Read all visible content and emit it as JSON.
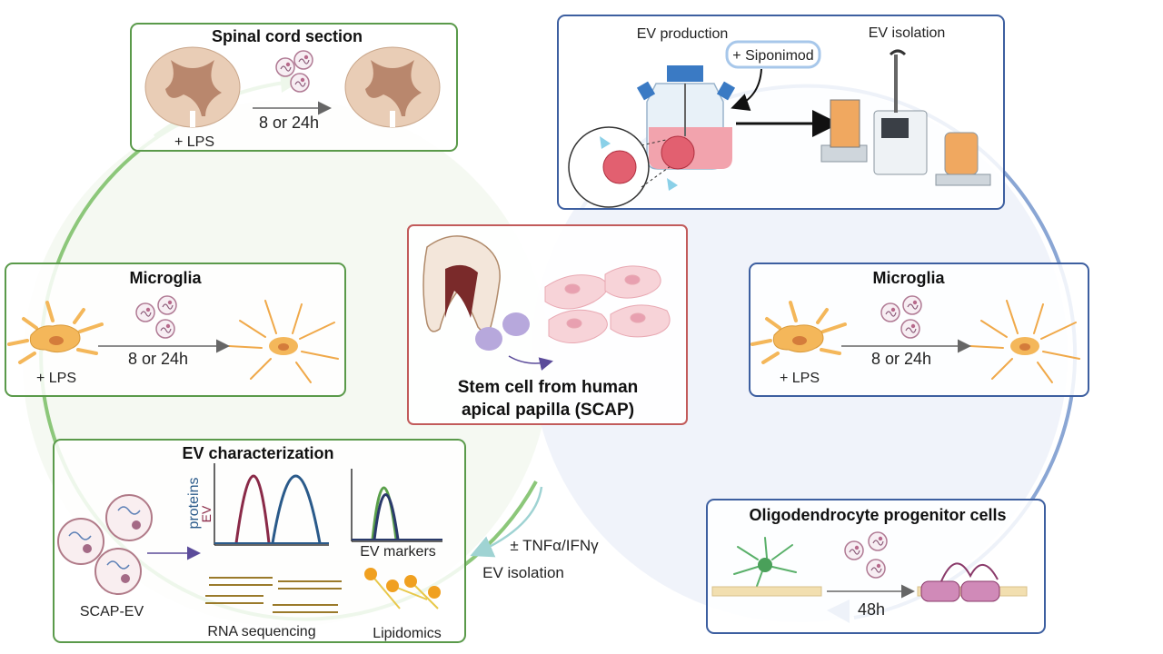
{
  "center": {
    "title_line1": "Stem cell from human",
    "title_line2": "apical papilla (SCAP)"
  },
  "spinal": {
    "title": "Spinal cord section",
    "lps": "+ LPS",
    "time": "8 or 24h"
  },
  "microglia_left": {
    "title": "Microglia",
    "lps": "+ LPS",
    "time": "8 or 24h"
  },
  "microglia_right": {
    "title": "Microglia",
    "lps": "+ LPS",
    "time": "8 or 24h"
  },
  "ev_char": {
    "title": "EV characterization",
    "scap_ev": "SCAP-EV",
    "y_label_ev": "EV",
    "y_label_proteins": "proteins",
    "markers": "EV markers",
    "rna": "RNA sequencing",
    "lipidomics": "Lipidomics"
  },
  "ev_prod": {
    "production": "EV production",
    "isolation": "EV isolation",
    "siponimod": "+ Siponimod"
  },
  "opc": {
    "title": "Oligodendrocyte progenitor cells",
    "time": "48h"
  },
  "flow": {
    "treatment": "± TNFα/IFNγ",
    "isolation": "EV isolation"
  },
  "colors": {
    "green": "#5a9a4a",
    "blue": "#3d5fa0",
    "red_box": "#c25b5b",
    "green_circle": "#8cc77a",
    "blue_circle": "#8aa6d4"
  }
}
